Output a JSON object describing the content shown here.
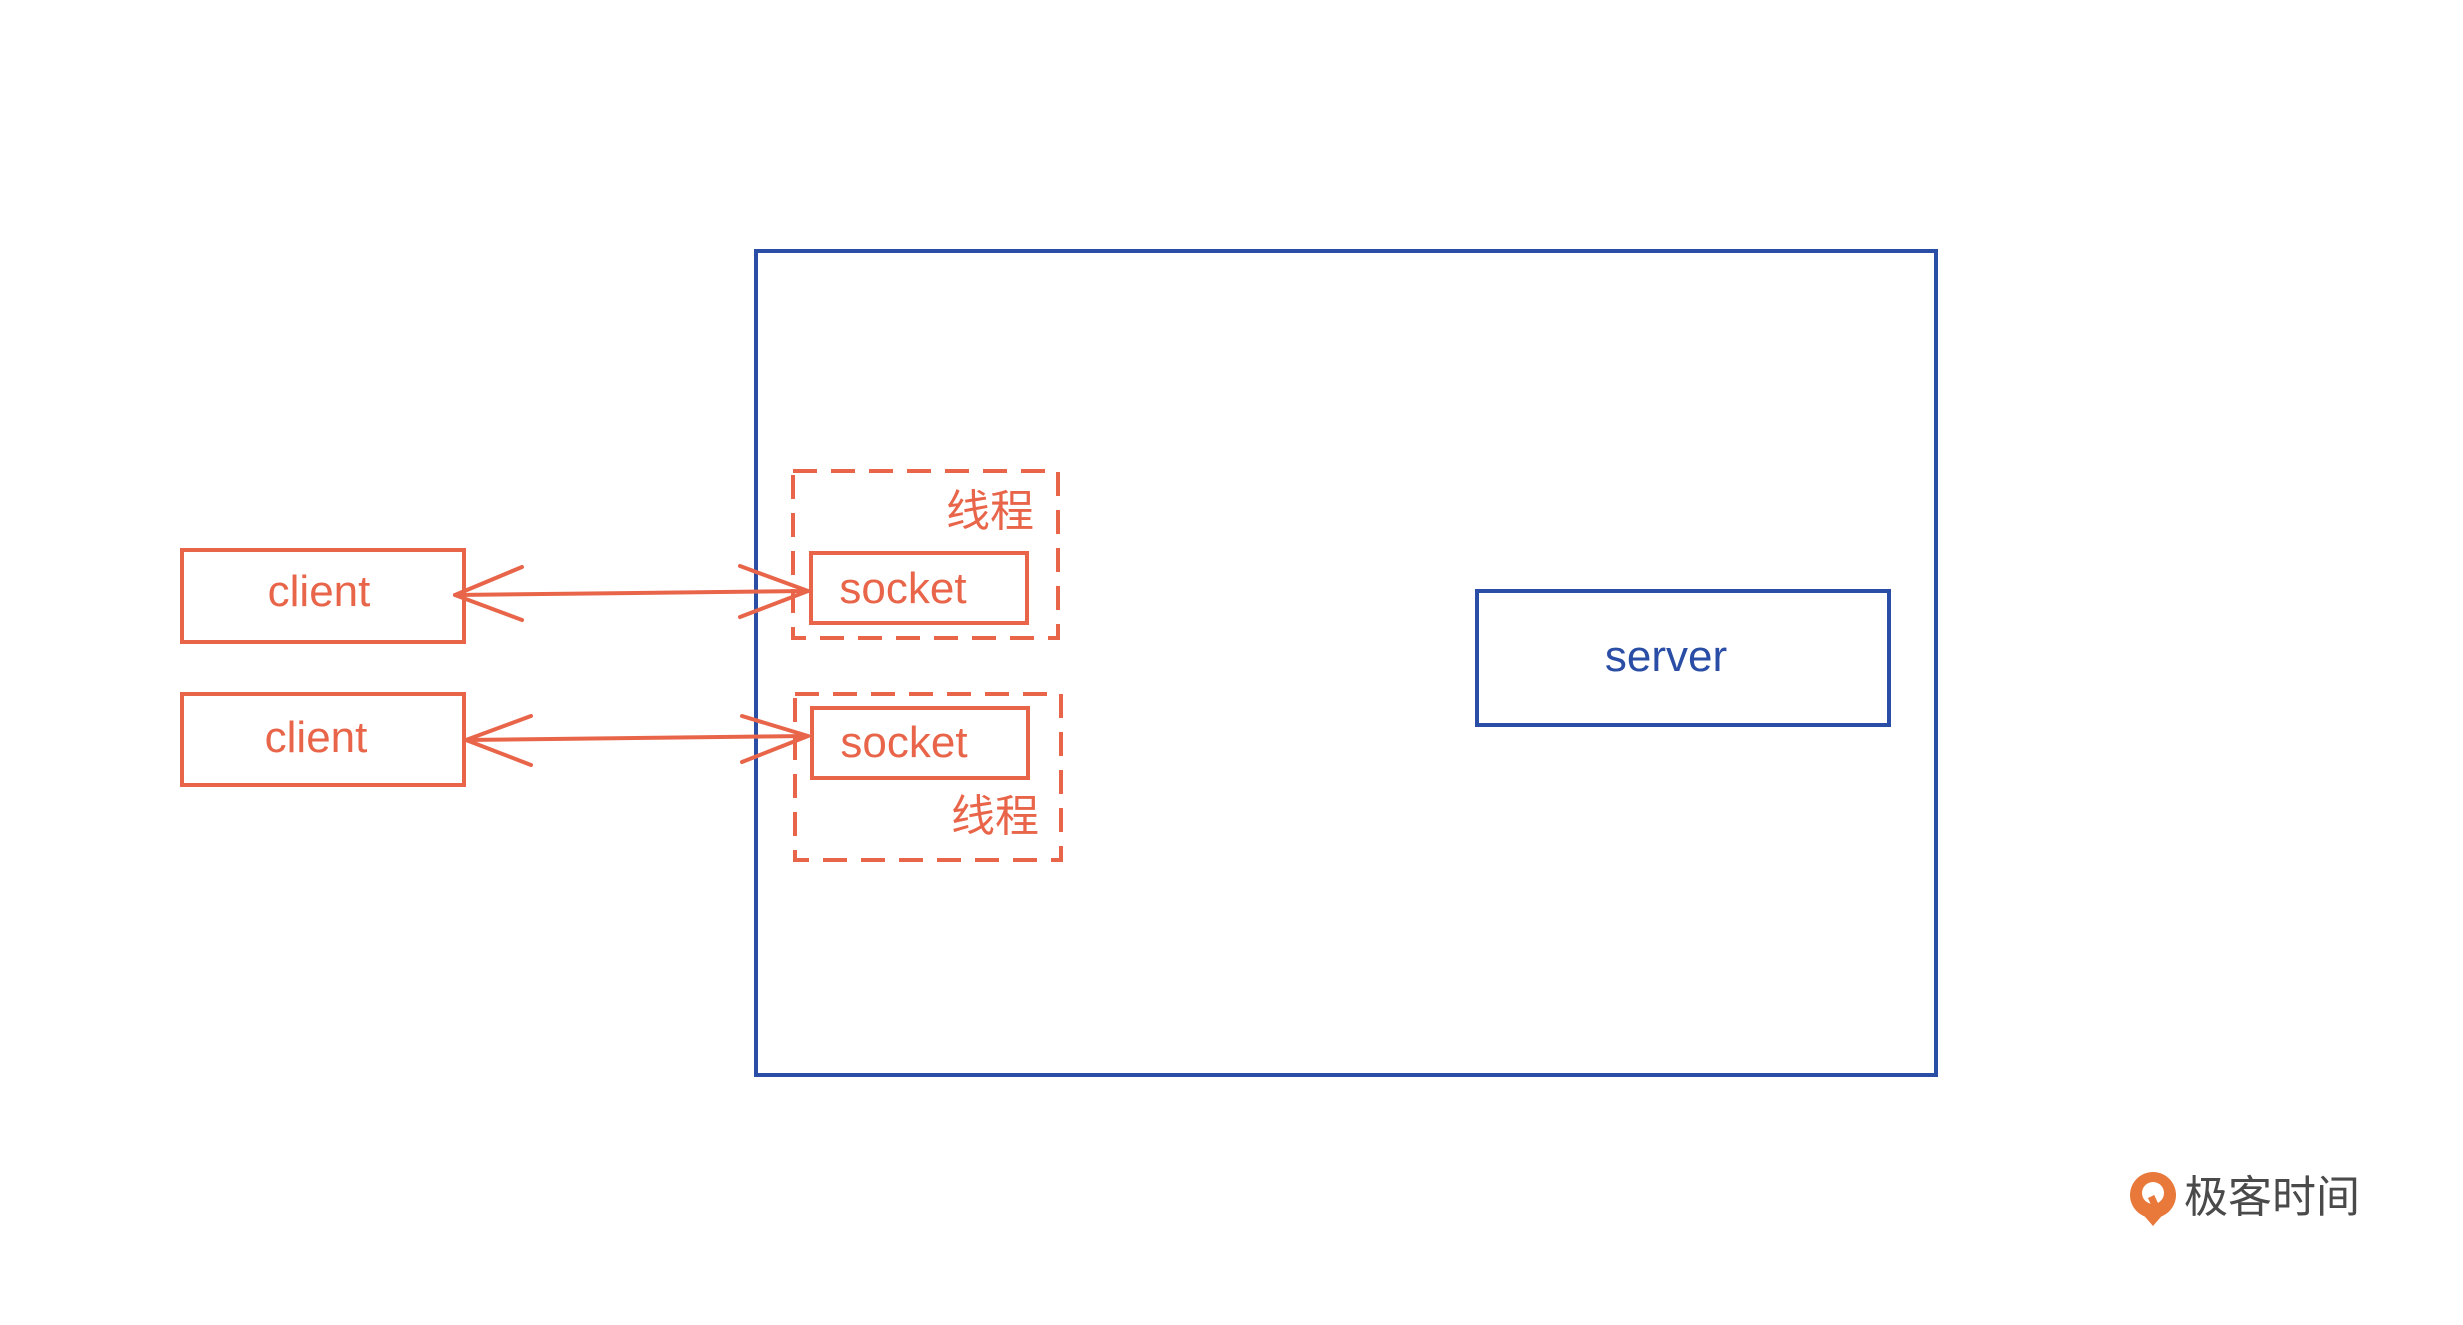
{
  "colors": {
    "accent_red": "#E8654A",
    "accent_blue": "#2A4EA5",
    "logo_text": "#4a4a4a",
    "logo_orange": "#E8793A"
  },
  "diagram": {
    "clients": [
      {
        "label": "client"
      },
      {
        "label": "client"
      }
    ],
    "threads": [
      {
        "thread_label": "线程",
        "socket_label": "socket"
      },
      {
        "thread_label": "线程",
        "socket_label": "socket"
      }
    ],
    "server": {
      "label": "server"
    }
  },
  "logo": {
    "text": "极客时间",
    "icon": "geektime-logo-icon"
  }
}
